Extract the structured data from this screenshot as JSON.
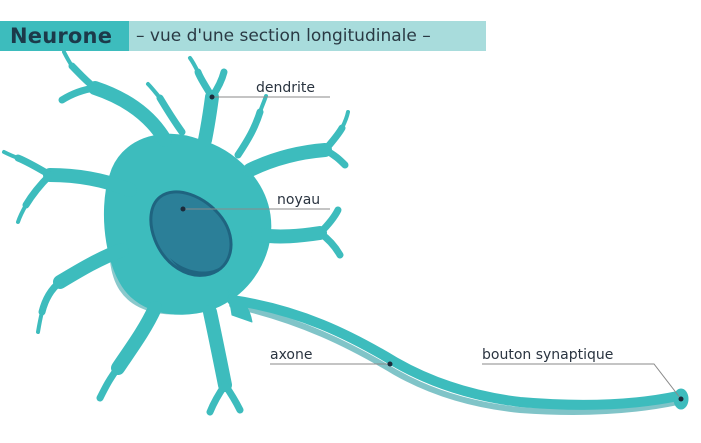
{
  "header": {
    "title": "Neurone",
    "subtitle": "– vue d'une section longitudinale –"
  },
  "labels": {
    "dendrite": "dendrite",
    "noyau": "noyau",
    "axone": "axone",
    "bouton": "bouton synaptique"
  },
  "colors": {
    "cell_body": "#3dbcbd",
    "cell_shadow": "#2b9da3",
    "nucleus": "#2b7f98",
    "nucleus_dark": "#1f6480",
    "header_dark": "#3dbcbd",
    "header_light": "#a8dcdc",
    "leader_line": "#8a8a8a"
  }
}
